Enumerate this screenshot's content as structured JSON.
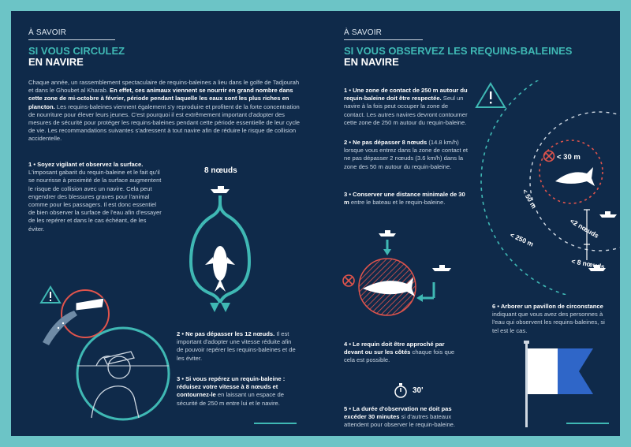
{
  "left": {
    "tag": "À SAVOIR",
    "title_line1": "SI VOUS CIRCULEZ",
    "title_line2": "EN NAVIRE",
    "intro_p1": "Chaque année, un rassemblement spectaculaire de requins-baleines a lieu dans le golfe de Tadjourah et dans le Ghoubet al Kharab. ",
    "intro_b": "En effet, ces animaux viennent se nourrir en grand nombre dans cette zone de mi-octobre à février, période pendant laquelle les eaux sont les plus riches en plancton.",
    "intro_p2": " Les requins-baleines viennent également s'y reproduire et profitent de la forte concentration de nourriture pour élever leurs jeunes. C'est pourquoi il est extrêmement important d'adopter des mesures de sécurité pour protéger les requins-baleines pendant cette période essentielle de leur cycle de vie. Les recommandations suivantes s'adressent à tout navire afin de réduire le risque de collision accidentelle.",
    "rule1_title": "1 • Soyez vigilant et observez la surface.",
    "rule1_text": " L'imposant gabarit du requin-baleine et le fait qu'il se nourrisse à proximité de la surface augmentent le risque de collision avec un navire. Cela peut engendrer des blessures graves pour l'animal comme pour les passagers. Il est donc essentiel de bien observer la surface de l'eau afin d'essayer de les repérer et dans le cas échéant, de les éviter.",
    "speed_label": "8 nœuds",
    "rule2_title": "2 • Ne pas dépasser les 12 nœuds.",
    "rule2_text": " Il est important d'adopter une vitesse réduite afin de pouvoir repérer les requins-baleines et de les éviter.",
    "rule3_title": "3 • Si vous repérez un requin-baleine : réduisez votre vitesse à 8 nœuds et contournez-le",
    "rule3_text": " en laissant un espace de sécurité de 250 m entre lui et le navire."
  },
  "right": {
    "tag": "À SAVOIR",
    "title_line1": "SI VOUS OBSERVEZ LES REQUINS-BALEINES",
    "title_line2": "EN NAVIRE",
    "r1_title": "1 • Une zone de contact de 250 m autour du requin-baleine doit être respectée.",
    "r1_text": " Seul un navire à la fois peut occuper la zone de contact. Les autres navires devront contourner cette zone de 250 m autour du requin-baleine.",
    "r2_title": "2 • Ne pas dépasser 8 nœuds",
    "r2_text": " (14.8 km/h) lorsque vous entrez dans la zone de contact et ne pas dépasser 2 nœuds (3.6 km/h) dans la zone des 50 m autour du requin-baleine.",
    "r3_title": "3 • Conserver une distance minimale de 30 m",
    "r3_text": " entre le bateau et le requin-baleine.",
    "r4_title": "4 • Le requin doit être approché par devant ou sur les côtés",
    "r4_text": " chaque fois que cela est possible.",
    "timer_label": "30'",
    "r5_title": "5 • La durée d'observation ne doit pas excéder 30 minutes",
    "r5_text": " si d'autres bateaux attendent pour observer le requin-baleine.",
    "r6_title": "6 • Arborer un pavillon de circonstance",
    "r6_text": " indiquant que vous avez des personnes à l'eau qui observent les requins-baleines, si tel est le cas.",
    "d30": "< 30 m",
    "d50": "< 50 m",
    "d2": "<2 nœuds",
    "d250": "< 250 m",
    "d8": "< 8 nœuds"
  },
  "colors": {
    "navy": "#0f2a4a",
    "teal": "#3fb8b4",
    "red": "#e0544c",
    "flag_blue": "#2f66c8"
  }
}
